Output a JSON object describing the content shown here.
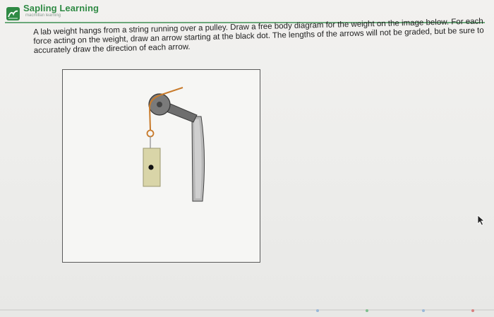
{
  "header": {
    "brand_name": "Sapling Learning",
    "brand_sub": "macmillan learning",
    "logo_icon": "sapling-leaf-logo",
    "brand_color": "#2f8a44"
  },
  "question": {
    "text": "A lab weight hangs from a string running over a pulley. Draw a free body diagram for the weight on the image below. For each force acting on the weight, draw an arrow starting at the black dot. The lengths of the arrows will not be graded, but be sure to accurately draw the direction of each arrow."
  },
  "diagram": {
    "objects": [
      "pulley",
      "string",
      "lab-weight",
      "support-stand",
      "black-dot"
    ],
    "weight_color": "#d9d5a8",
    "pulley_color": "#6e6e6e",
    "string_color": "#c87a2a"
  },
  "cursor": {
    "icon": "arrow-pointer-icon"
  }
}
